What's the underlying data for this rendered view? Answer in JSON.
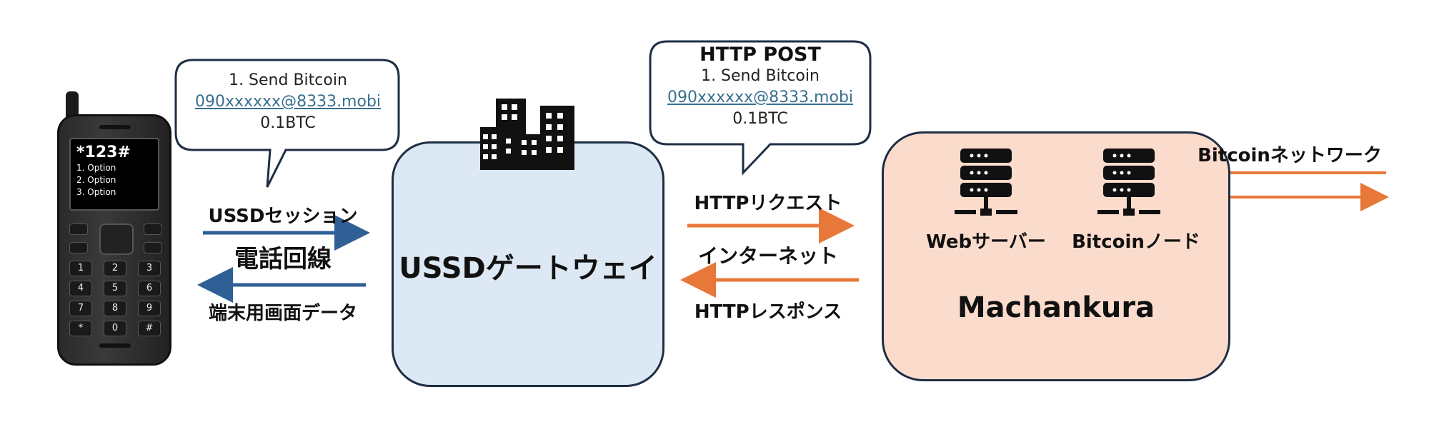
{
  "phone": {
    "screen_code": "*123#",
    "options": [
      "1. Option",
      "2. Option",
      "3. Option"
    ],
    "keys": [
      "1",
      "2",
      "3",
      "4",
      "5",
      "6",
      "7",
      "8",
      "9",
      "*",
      "0",
      "#"
    ]
  },
  "bubble_left": {
    "line1": "1. Send Bitcoin",
    "link": "090xxxxxx@8333.mobi",
    "line3": "0.1BTC"
  },
  "bubble_right": {
    "title": "HTTP POST",
    "line1": "1. Send Bitcoin",
    "link": "090xxxxxx@8333.mobi",
    "line3": "0.1BTC"
  },
  "labels": {
    "ussd_session": "USSDセッション",
    "phone_line": "電話回線",
    "terminal_data": "端末用画面データ",
    "gateway": "USSDゲートウェイ",
    "http_request": "HTTPリクエスト",
    "internet": "インターネット",
    "http_response": "HTTPレスポンス",
    "web_server": "Webサーバー",
    "bitcoin_node": "Bitcoinノード",
    "bitcoin_network": "Bitcoinネットワーク",
    "machankura": "Machankura"
  },
  "colors": {
    "blue_arrow": "#2f5f95",
    "orange_arrow": "#e8773a",
    "gateway_fill": "#dde8f5",
    "machankura_fill": "#fbdccc",
    "outline": "#1e2f44"
  },
  "icons": [
    "building-icon",
    "server-icon",
    "server-icon"
  ]
}
